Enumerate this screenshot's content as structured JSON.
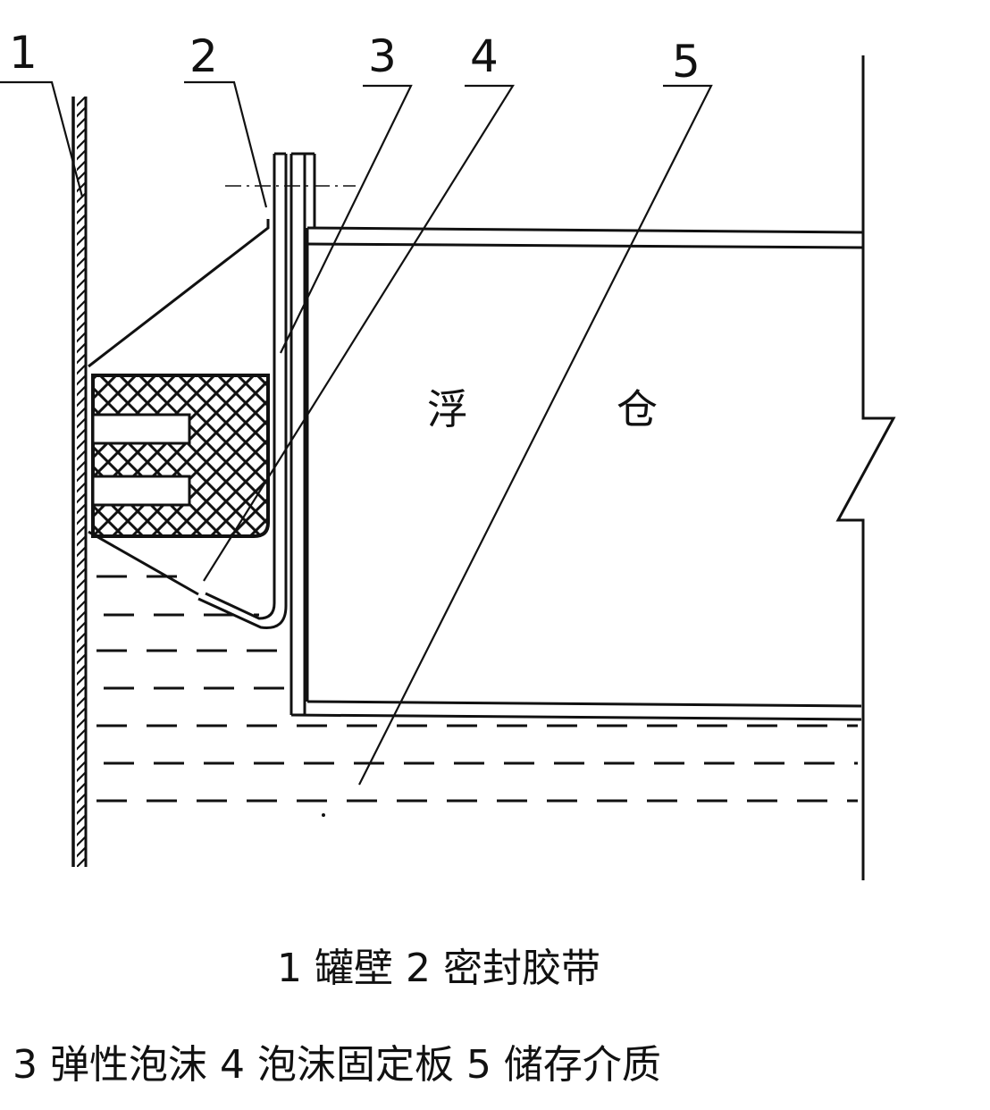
{
  "callouts": {
    "c1": "1",
    "c2": "2",
    "c3": "3",
    "c4": "4",
    "c5": "5"
  },
  "float_chamber": {
    "char1": "浮",
    "char2": "仓"
  },
  "legend": {
    "line1": "1 罐壁 2 密封胶带",
    "line2": "3 弹性泡沫 4 泡沫固定板 5 储存介质"
  },
  "colors": {
    "ink": "#111111",
    "background": "#ffffff"
  }
}
